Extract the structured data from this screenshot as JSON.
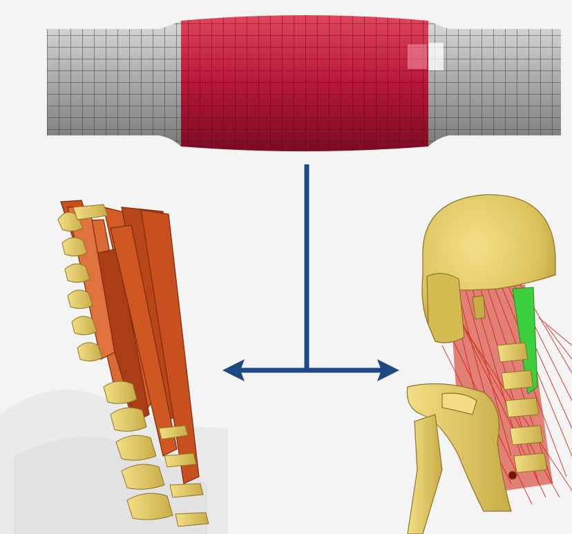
{
  "figure": {
    "panels": [
      {
        "id": "muscle-element-mesh",
        "icon": "cylindrical-mesh-icon"
      },
      {
        "id": "spine-muscle-model",
        "icon": "spine-with-muscles-icon"
      },
      {
        "id": "head-neck-model",
        "icon": "skull-neck-muscle-fibers-icon"
      }
    ],
    "connector": {
      "icon": "t-junction-double-arrow-icon"
    }
  },
  "colors": {
    "connector": "#1d4a82",
    "mesh_active": "#b8173a",
    "mesh_passive": "#a8a8a8",
    "bone": "#e6cd6a",
    "muscle_spine": "#c8501e",
    "fiber_red": "#d0200e",
    "fiber_green": "#3ecf3e",
    "background": "#f4f4f4"
  }
}
